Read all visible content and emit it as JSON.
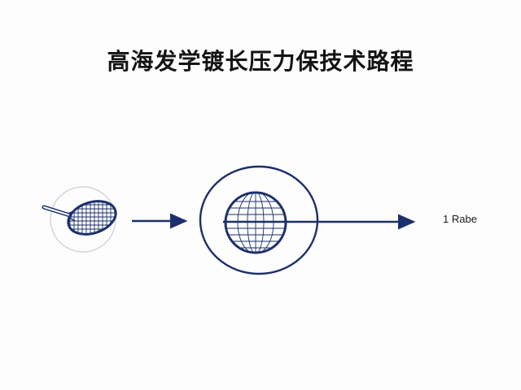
{
  "diagram": {
    "title": "高海发学镀长压力保技术路程",
    "end_label": "1 Rabe",
    "nodes": [
      {
        "id": "racket",
        "icon": "tennis-racket-icon"
      },
      {
        "id": "globe",
        "icon": "globe-icon"
      }
    ],
    "colors": {
      "stroke": "#1b2f6b",
      "circle_outline": "#c8cfc8",
      "title": "#141414"
    }
  }
}
